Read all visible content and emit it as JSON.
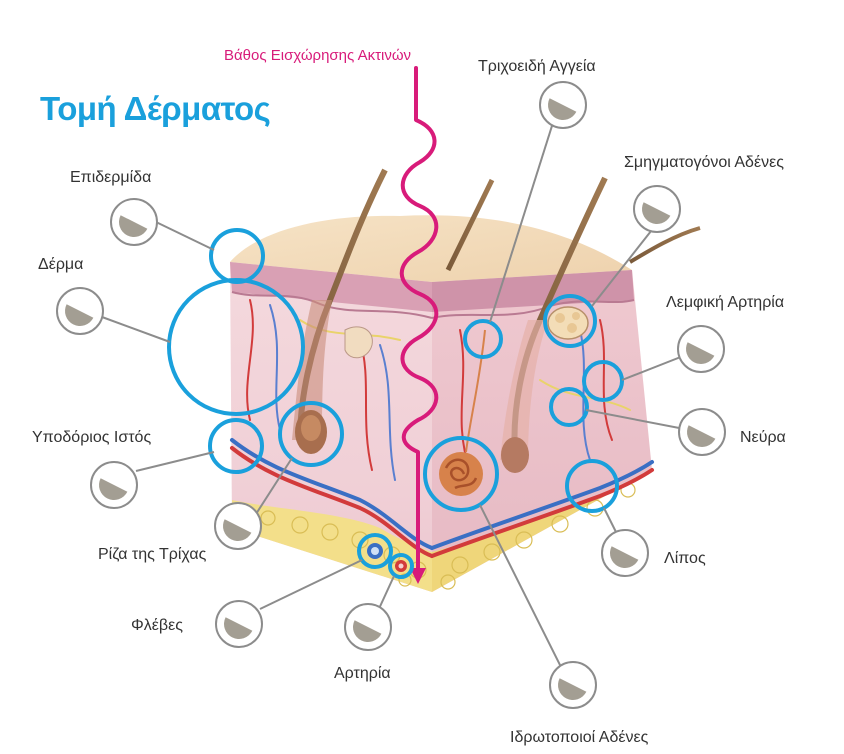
{
  "title": "Τομή Δέρματος",
  "beam_label": "Βάθος Εισχώρησης Ακτινών",
  "labels": {
    "epidermis": "Επιδερμίδα",
    "dermis": "Δέρμα",
    "subcutaneous": "Υποδόριος Ιστός",
    "hair_root": "Ρίζα της Τρίχας",
    "veins": "Φλέβες",
    "artery": "Αρτηρία",
    "capillaries": "Τριχοειδή Αγγεία",
    "sebaceous": "Σμηγματογόνοι Αδένες",
    "lymphatic": "Λεμφική Αρτηρία",
    "nerves": "Νεύρα",
    "fat": "Λίπος",
    "sweat": "Ιδρωτοποιοί Αδένες"
  },
  "colors": {
    "title": "#1aa0dc",
    "highlight_ring": "#1aa0dc",
    "beam": "#d81b7a",
    "marker_fill": "#a39e93",
    "leader_line": "#888888"
  },
  "icons": {
    "marker": "half-filled-circle-icon"
  }
}
